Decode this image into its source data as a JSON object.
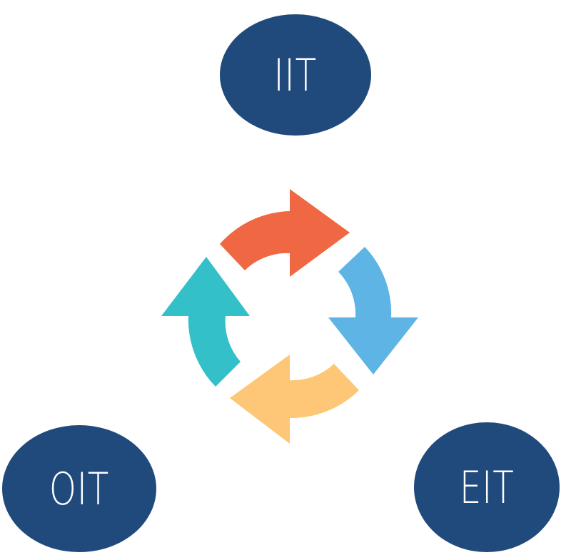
{
  "nodes": {
    "top": {
      "label": "IIT"
    },
    "left": {
      "label": "OIT"
    },
    "right": {
      "label": "EIT"
    }
  },
  "colors": {
    "node_fill": "#214a7c",
    "node_text": "#ffffff",
    "arrow_top": "#f06843",
    "arrow_right": "#5db4e5",
    "arrow_bottom": "#fdc777",
    "arrow_left": "#34c0c8"
  },
  "icons": {
    "cycle": "circular-arrows-icon"
  }
}
